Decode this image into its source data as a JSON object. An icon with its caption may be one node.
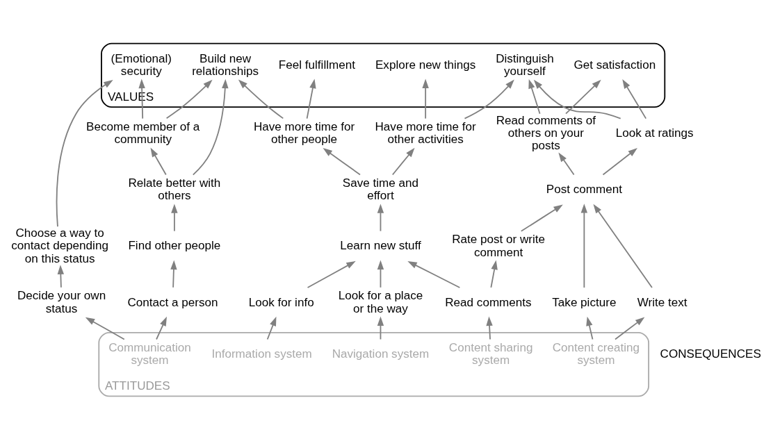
{
  "diagram": {
    "nodes": [
      {
        "text": [
          "VALUES"
        ]
      },
      {
        "text": [
          "(Emotional) security"
        ],
        "in": 0
      },
      {
        "text": [
          "Build new relationships"
        ],
        "in": 0
      },
      {
        "text": [
          "Feel fulfillment"
        ],
        "in": 0
      },
      {
        "text": [
          "Explore new things"
        ],
        "in": 0
      },
      {
        "text": [
          "Distinguish yourself"
        ],
        "in": 0
      },
      {
        "text": [
          "Get satisfaction"
        ],
        "in": 0
      },
      {
        "text": [
          "Choose a way to contact depending on this status"
        ]
      },
      {
        "text": [
          "Become member of a community"
        ]
      },
      {
        "text": [
          "Have more time for other people"
        ]
      },
      {
        "text": [
          "Have more time for other activities"
        ]
      },
      {
        "text": [
          "Read comments of others on your posts"
        ]
      },
      {
        "text": [
          "Relate better with others"
        ]
      },
      {
        "text": [
          "Save time and effort"
        ]
      },
      {
        "text": [
          "Look at ratings"
        ]
      },
      {
        "text": [
          "Decide your own status"
        ]
      },
      {
        "text": [
          "Find other people"
        ]
      },
      {
        "text": [
          "Learn new stuff"
        ]
      },
      {
        "text": [
          "Post comment"
        ]
      },
      {
        "text": [
          "Rate post or write comment"
        ]
      },
      {
        "text": [
          "Look for info"
        ]
      },
      {
        "text": [
          "Contact a person"
        ]
      },
      {
        "text": [
          "Look for a place or the way"
        ]
      },
      {
        "text": [
          "Read comments"
        ]
      },
      {
        "text": [
          "Write text"
        ]
      },
      {
        "text": [
          "Take picture"
        ]
      },
      {
        "text": [
          "ATTITUDES"
        ]
      },
      {
        "text": [
          "Communication system"
        ],
        "in": 26
      },
      {
        "text": [
          "Navigation system"
        ],
        "in": 26
      },
      {
        "text": [
          "Information system"
        ],
        "in": 26
      },
      {
        "text": [
          "Content sharing system"
        ],
        "in": 26
      },
      {
        "text": [
          "Content creating system"
        ],
        "in": 26
      }
    ],
    "edges": [
      {
        "from": 7,
        "to": 1,
        "arrow": "to"
      },
      {
        "from": 8,
        "to": 1,
        "arrow": "to"
      },
      {
        "from": 8,
        "to": 2,
        "arrow": "to"
      },
      {
        "from": 12,
        "to": 2,
        "arrow": "to"
      },
      {
        "from": 9,
        "to": 2,
        "arrow": "to"
      },
      {
        "from": 9,
        "to": 3,
        "arrow": "to"
      },
      {
        "from": 10,
        "to": 4,
        "arrow": "to"
      },
      {
        "from": 10,
        "to": 5,
        "arrow": "to"
      },
      {
        "from": 14,
        "to": 5,
        "arrow": "to"
      },
      {
        "from": 14,
        "to": 6,
        "arrow": "to"
      },
      {
        "from": 11,
        "to": 5,
        "arrow": "to"
      },
      {
        "from": 11,
        "to": 6,
        "arrow": "to"
      },
      {
        "from": 15,
        "to": 7,
        "arrow": "to"
      },
      {
        "from": 12,
        "to": 8,
        "arrow": "to"
      },
      {
        "from": 13,
        "to": 9,
        "arrow": "to"
      },
      {
        "from": 13,
        "to": 10,
        "arrow": "to"
      },
      {
        "from": 18,
        "to": 14,
        "arrow": "to"
      },
      {
        "from": 18,
        "to": 11,
        "arrow": "to"
      },
      {
        "from": 16,
        "to": 12,
        "arrow": "to"
      },
      {
        "from": 17,
        "to": 13,
        "arrow": "to"
      },
      {
        "from": 19,
        "to": 18,
        "arrow": "to"
      },
      {
        "from": 24,
        "to": 18,
        "arrow": "to"
      },
      {
        "from": 25,
        "to": 18,
        "arrow": "to"
      },
      {
        "from": 21,
        "to": 16,
        "arrow": "to"
      },
      {
        "from": 22,
        "to": 17,
        "arrow": "to"
      },
      {
        "from": 20,
        "to": 17,
        "arrow": "to"
      },
      {
        "from": 23,
        "to": 17,
        "arrow": "to"
      },
      {
        "from": 23,
        "to": 19,
        "arrow": "to"
      },
      {
        "from": 27,
        "to": 15,
        "arrow": "to"
      },
      {
        "from": 27,
        "to": 21,
        "arrow": "to"
      },
      {
        "from": 28,
        "to": 22,
        "arrow": "to"
      },
      {
        "from": 29,
        "to": 20,
        "arrow": "to"
      },
      {
        "from": 30,
        "to": 23,
        "arrow": "to"
      },
      {
        "from": 31,
        "to": 24,
        "arrow": "to"
      },
      {
        "from": 31,
        "to": 25,
        "arrow": "to"
      }
    ],
    "labels": [
      "CONSEQUENCES"
    ]
  }
}
